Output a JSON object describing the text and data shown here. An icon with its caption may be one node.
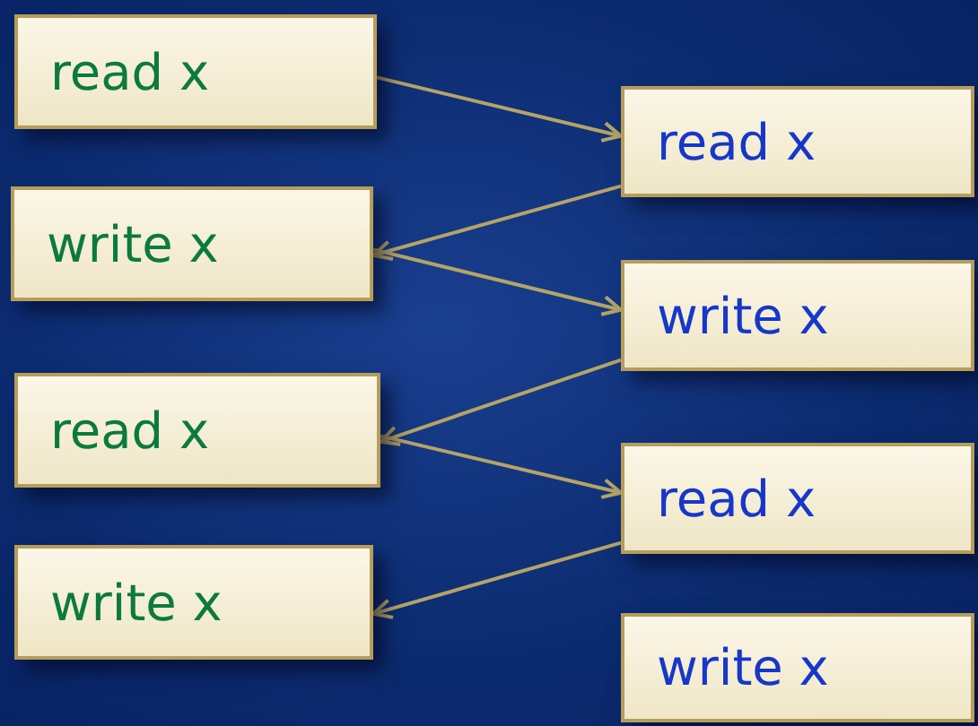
{
  "diagram": {
    "nodes": [
      {
        "text": [
          "read x"
        ]
      },
      {
        "text": [
          "read x"
        ]
      },
      {
        "text": [
          "write x"
        ]
      },
      {
        "text": [
          "write x"
        ]
      },
      {
        "text": [
          "read x"
        ]
      },
      {
        "text": [
          "read x"
        ]
      },
      {
        "text": [
          "write x"
        ]
      },
      {
        "text": [
          "write x"
        ]
      }
    ],
    "edges": [
      {
        "from": 0,
        "to": 1,
        "arrow": "to"
      },
      {
        "from": 1,
        "to": 2,
        "arrow": "to"
      },
      {
        "from": 2,
        "to": 3,
        "arrow": "to"
      },
      {
        "from": 3,
        "to": 4,
        "arrow": "to"
      },
      {
        "from": 4,
        "to": 5,
        "arrow": "to"
      },
      {
        "from": 5,
        "to": 6,
        "arrow": "to"
      }
    ]
  }
}
